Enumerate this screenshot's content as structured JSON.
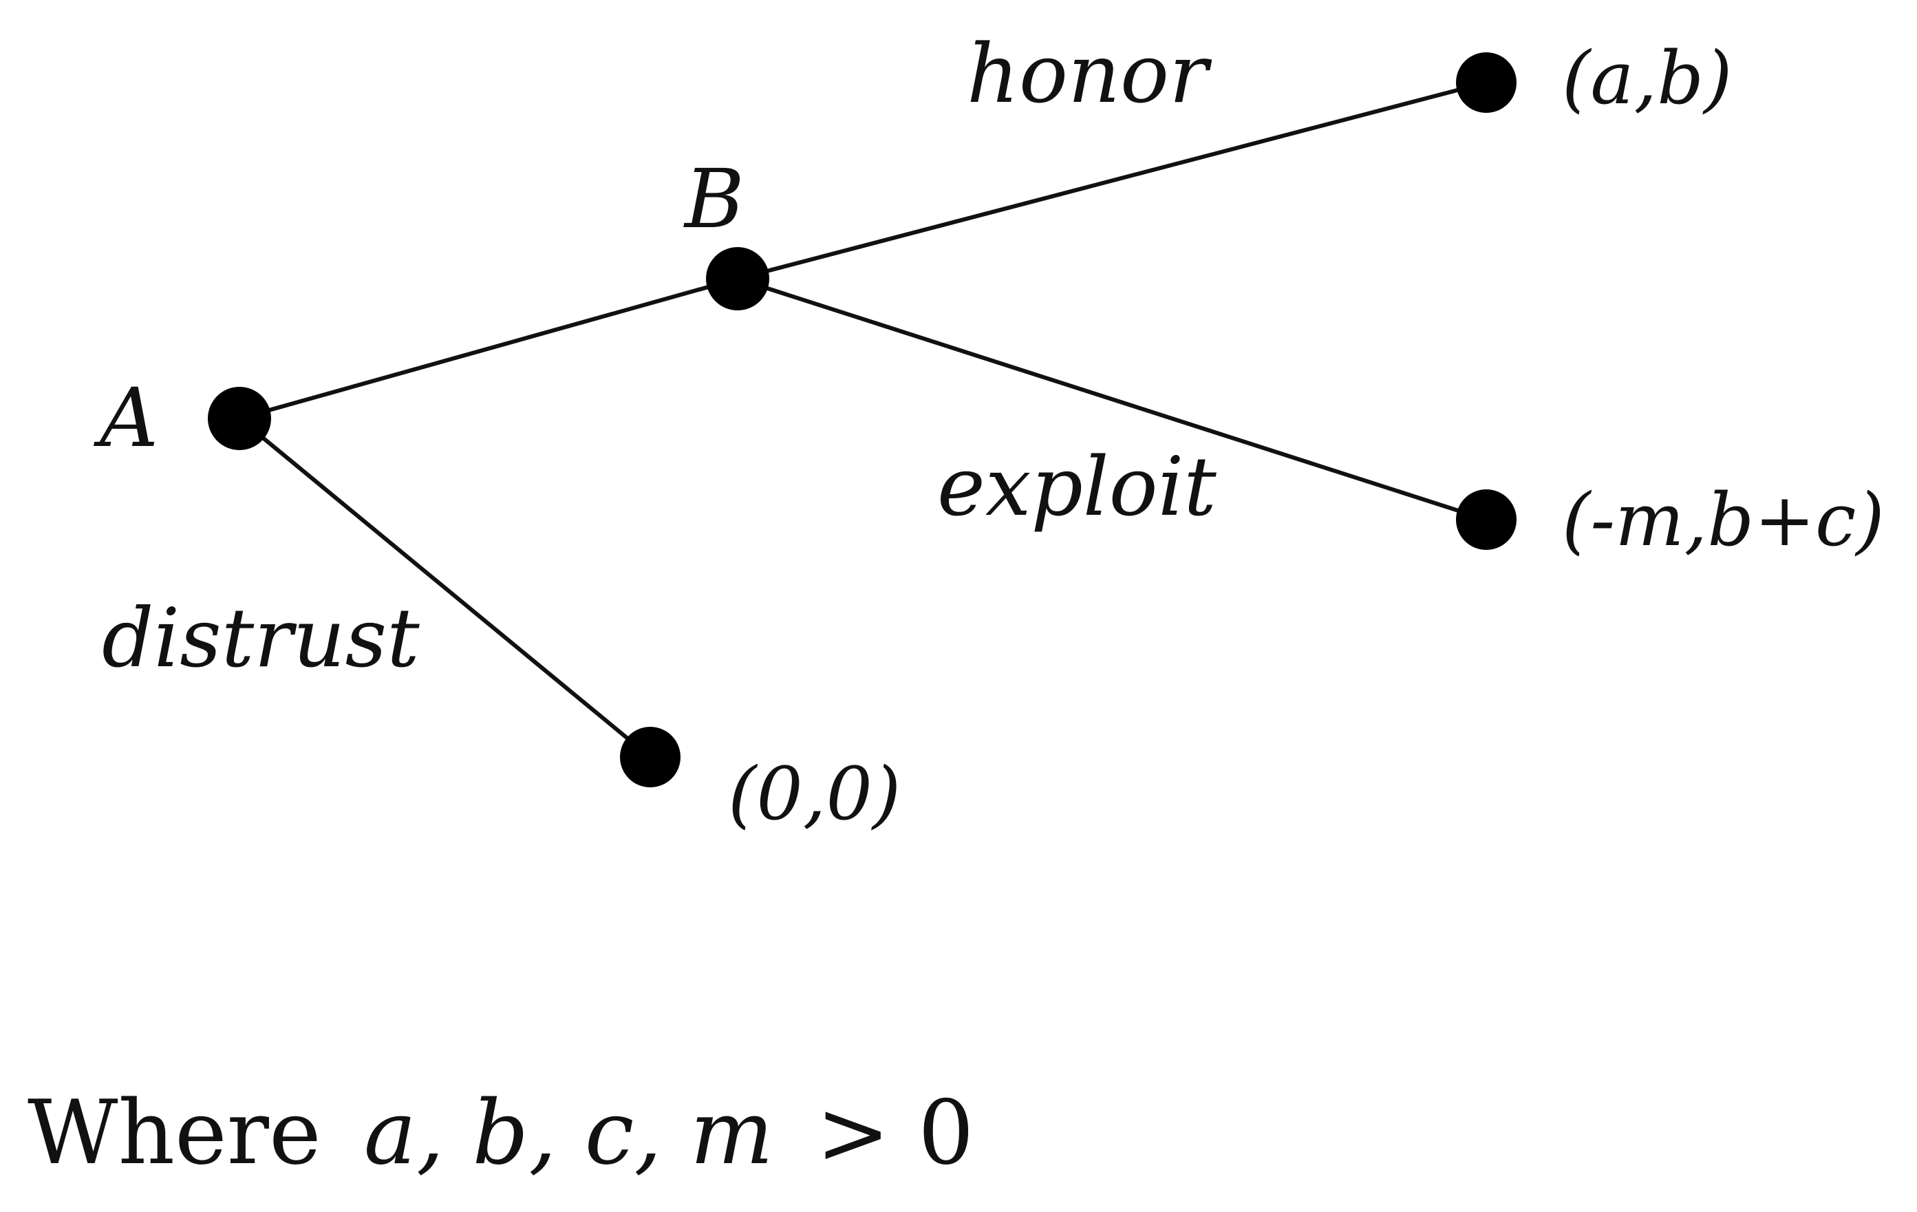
{
  "diagram": {
    "players": {
      "root": "A",
      "second": "B"
    },
    "actions": {
      "honor": "honor",
      "exploit": "exploit",
      "distrust": "distrust"
    },
    "payoffs": {
      "honor": "(a,b)",
      "exploit": "(-m,b+c)",
      "distrust": "(0,0)"
    },
    "condition": {
      "prefix": "Where",
      "variables": "a, b, c, m",
      "relation": "> 0"
    }
  }
}
